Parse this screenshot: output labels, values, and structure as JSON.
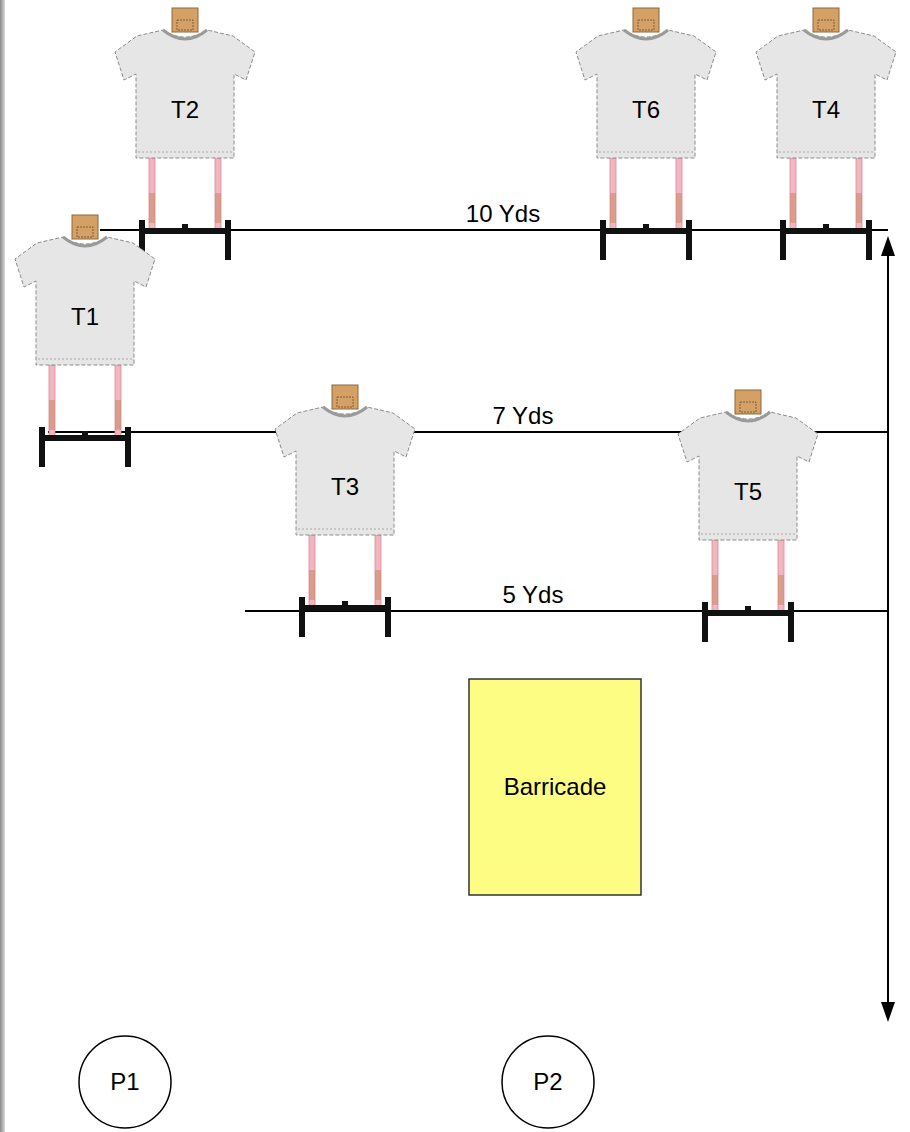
{
  "diagram": {
    "nodes": [
      {
        "text": [
          "T2"
        ]
      },
      {
        "text": [
          "T6"
        ]
      },
      {
        "text": [
          "T4"
        ]
      },
      {
        "text": [
          "T1"
        ]
      },
      {
        "text": [
          "T3"
        ]
      },
      {
        "text": [
          "T5"
        ]
      },
      {
        "text": [
          "Barricade"
        ]
      },
      {
        "text": [
          "P1"
        ]
      },
      {
        "text": [
          "P2"
        ]
      }
    ],
    "labels": [
      "10 Yds",
      "7 Yds",
      "5 Yds"
    ]
  }
}
